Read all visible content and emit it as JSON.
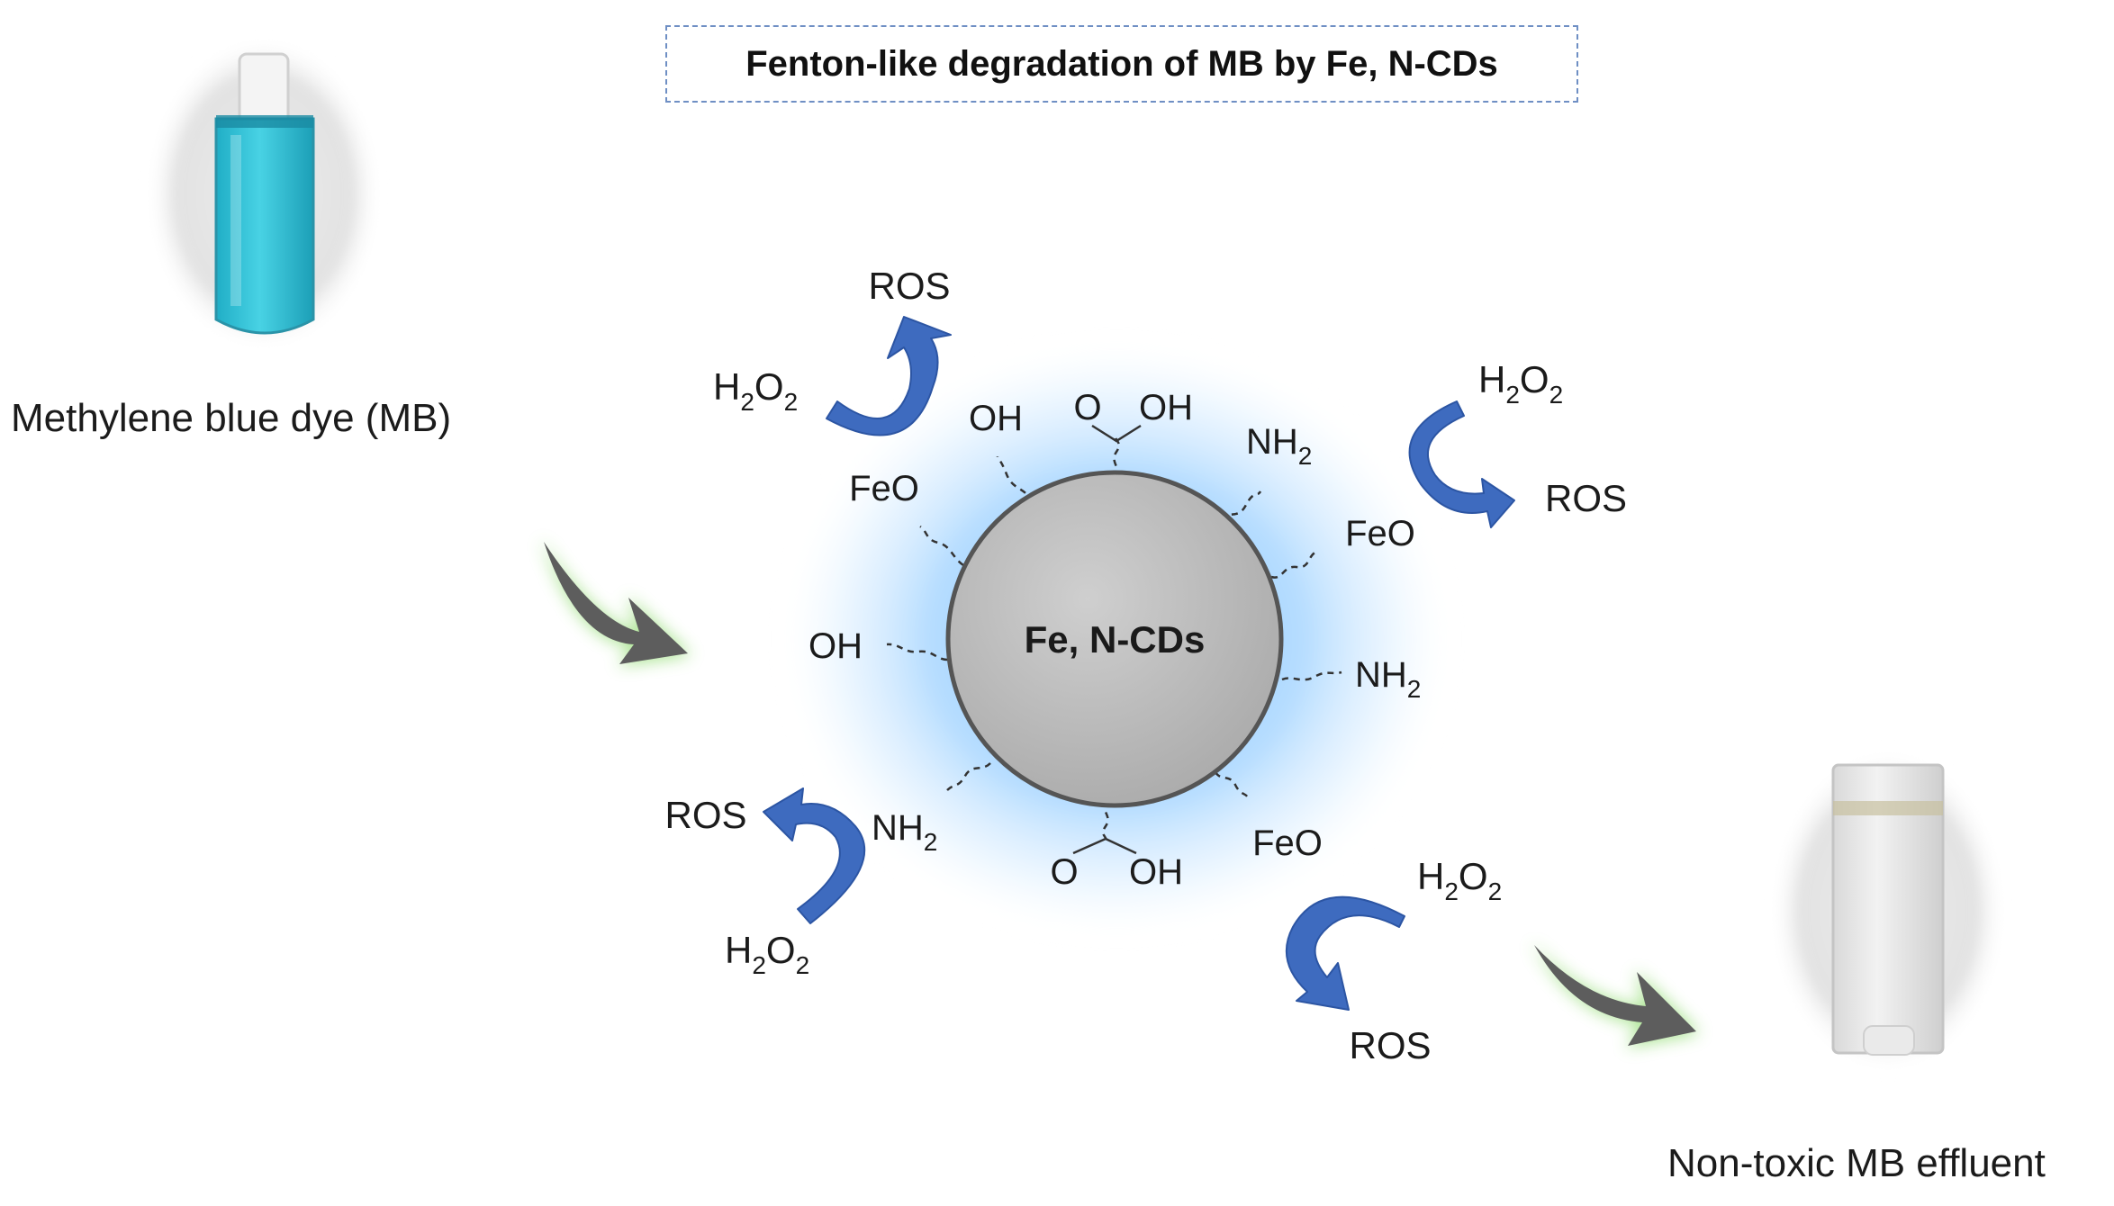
{
  "title": "Fenton-like degradation of MB by Fe, N-CDs",
  "core_label": "Fe, N-CDs",
  "captions": {
    "start": "Methylene blue dye (MB)",
    "end": "Non-toxic MB effluent"
  },
  "groups": {
    "oh": "OH",
    "o": "O",
    "feo": "FeO",
    "nh": "NH",
    "nh_sub": "2"
  },
  "species": {
    "ros": "ROS",
    "h": "H",
    "o": "O",
    "sub2": "2"
  },
  "colors": {
    "core_fill": "#b9b9b9",
    "core_stroke": "#555555",
    "halo": "#8fc8ff",
    "cycle_arrow": "#3e6bbf",
    "flow_arrow": "#5d5d5d",
    "flow_glow": "#a6e28c",
    "dye_blue": "#33c3d8",
    "title_border": "#6f8fc4"
  }
}
